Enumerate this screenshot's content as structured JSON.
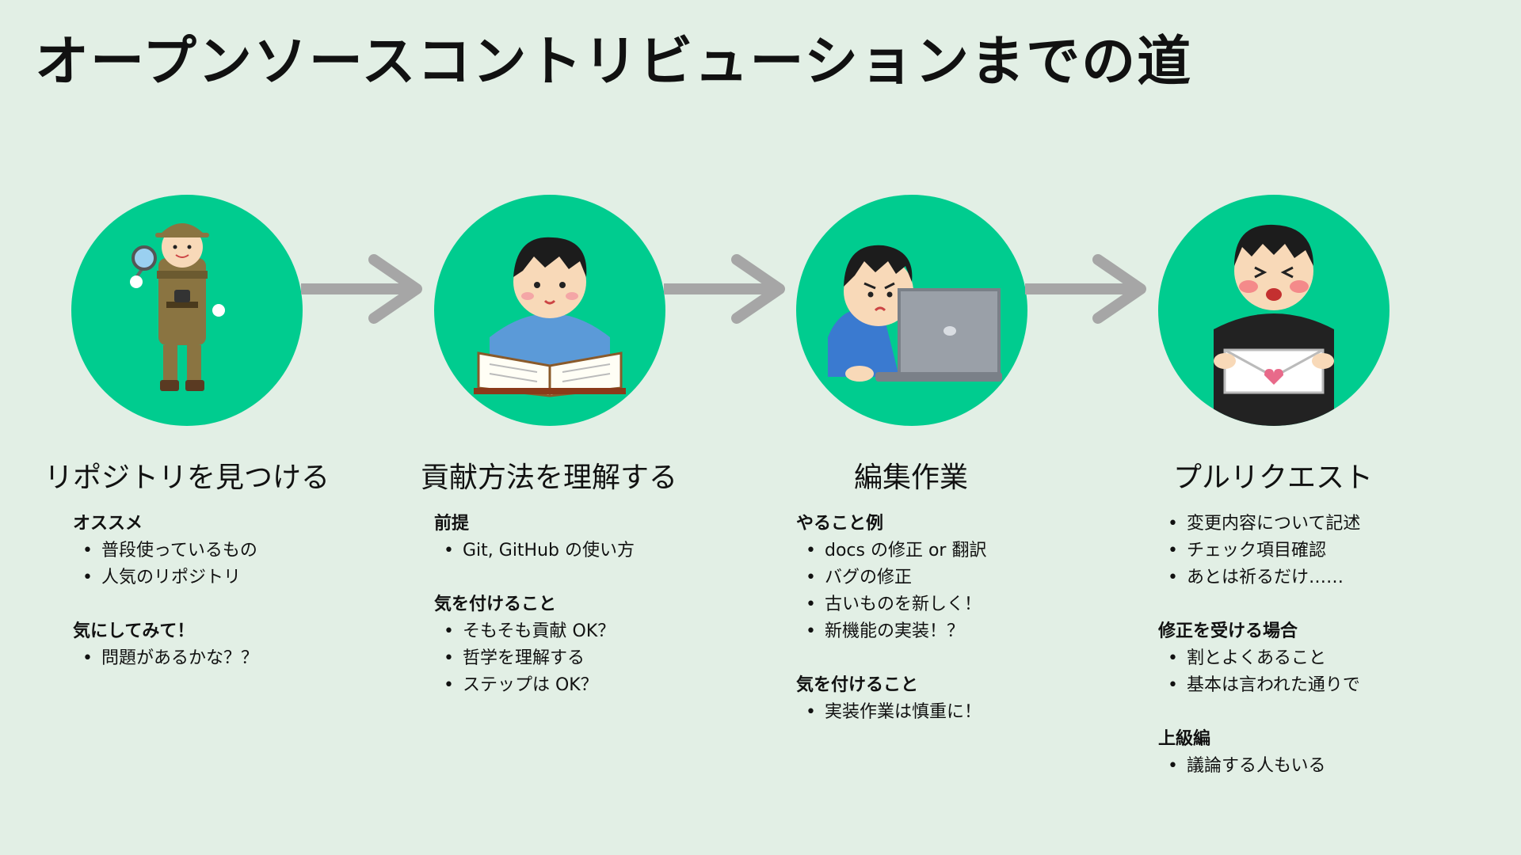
{
  "title": "オープンソースコントリビューションまでの道",
  "colors": {
    "background": "#e2efe5",
    "circle": "#00cc8f",
    "arrow": "#a6a6a6"
  },
  "steps": [
    {
      "title": "リポジトリを見つける",
      "illustration": "explorer-with-magnifier",
      "sections": [
        {
          "heading": "オススメ",
          "items": [
            "普段使っているもの",
            "人気のリポジトリ"
          ]
        },
        {
          "heading": "気にしてみて！",
          "items": [
            "問題があるかな？？"
          ]
        }
      ]
    },
    {
      "title": "貢献方法を理解する",
      "illustration": "boy-reading-book",
      "sections": [
        {
          "heading": "前提",
          "items": [
            "Git, GitHub の使い方"
          ]
        },
        {
          "heading": "気を付けること",
          "items": [
            "そもそも貢献 OK？",
            "哲学を理解する",
            "ステップは OK？"
          ]
        }
      ]
    },
    {
      "title": "編集作業",
      "illustration": "boy-with-laptop",
      "sections": [
        {
          "heading": "やること例",
          "items": [
            "docs の修正 or 翻訳",
            "バグの修正",
            "古いものを新しく！",
            "新機能の実装！？"
          ]
        },
        {
          "heading": "気を付けること",
          "items": [
            "実装作業は慎重に！"
          ]
        }
      ]
    },
    {
      "title": "プルリクエスト",
      "illustration": "boy-handing-letter",
      "sections": [
        {
          "heading": "",
          "items": [
            "変更内容について記述",
            "チェック項目確認",
            "あとは祈るだけ……"
          ]
        },
        {
          "heading": "修正を受ける場合",
          "items": [
            "割とよくあること",
            "基本は言われた通りで"
          ]
        },
        {
          "heading": "上級編",
          "items": [
            "議論する人もいる"
          ]
        }
      ]
    }
  ]
}
